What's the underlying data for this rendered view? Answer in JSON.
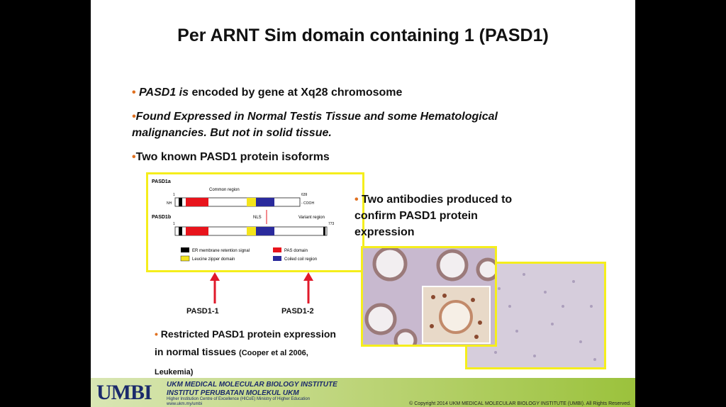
{
  "title": "Per ARNT Sim domain containing 1 (PASD1)",
  "bullets": {
    "b1_italic": "PASD1 is",
    "b1_rest": " encoded by gene at Xq28 chromosome",
    "b2_line1": "Found Expressed in Normal Testis Tissue and some Hematological",
    "b2_line2": "malignancies. But not in solid tissue.",
    "b3": "Two known PASD1 protein isoforms",
    "b4_line1": "Two antibodies produced to",
    "b4_line2": "confirm PASD1 protein",
    "b4_line3": "expression",
    "b5_line1": "Restricted PASD1 protein expression",
    "b5_line2": "in normal tissues",
    "b5_cite": "(Cooper et al 2006,",
    "b5_cite2": "Leukemia)"
  },
  "diagram": {
    "pasd1a": "PASD1a",
    "pasd1b": "PASD1b",
    "common_region": "Common region",
    "variant_region": "Variant region",
    "nh2": "NH",
    "cooh": "- COOH",
    "n639": "639",
    "n773": "773",
    "one_a": "1",
    "one_b": "1",
    "nls": "NLS",
    "legend": {
      "er": "ER membrane retention signal",
      "pas": "PAS domain",
      "lz": "Leucine zipper domain",
      "cc": "Coiled coil region"
    },
    "colors": {
      "pas": "#e8141c",
      "lz": "#f4e41c",
      "cc": "#2a2a9c",
      "er": "#000000"
    }
  },
  "arrows": {
    "left": "PASD1-1",
    "right": "PASD1-2"
  },
  "footer": {
    "logo": "UMBI",
    "line1": "UKM MEDICAL MOLECULAR BIOLOGY INSTITUTE",
    "line2": "INSTITUT PERUBATAN MOLEKUL UKM",
    "line3": "Higher Institution Centre of Excellence (HICoE) Ministry of Higher Education",
    "line4": "www.ukm.my/umbi",
    "copyright": "© Copyright 2014 UKM MEDICAL MOLECULAR BIOLOGY INSTITUTE (UMBI). All Rights Reserved."
  }
}
